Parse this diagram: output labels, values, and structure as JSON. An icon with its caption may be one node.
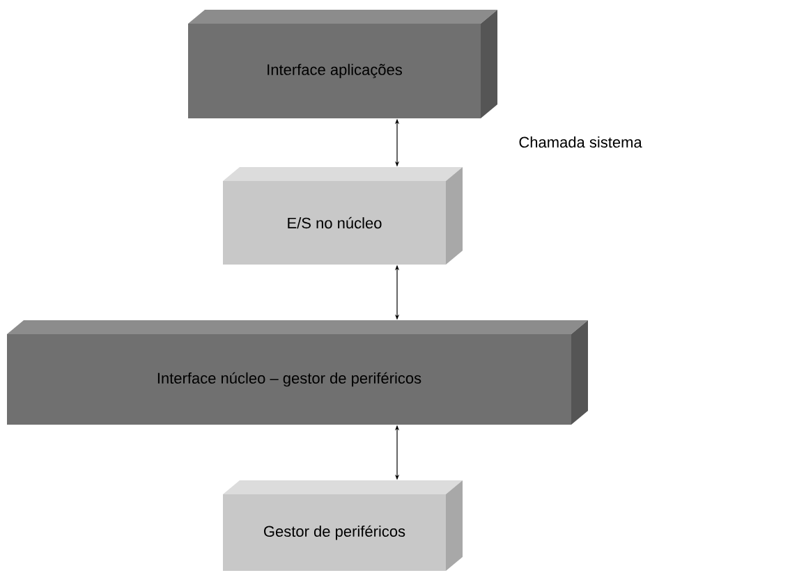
{
  "diagram": {
    "nodes": [
      {
        "text": [
          "Interface aplicações"
        ]
      },
      {
        "text": [
          "E/S no núcleo"
        ]
      },
      {
        "text": [
          "Interface núcleo – gestor de periféricos"
        ]
      },
      {
        "text": [
          "Gestor de periféricos"
        ]
      }
    ],
    "edges": [
      {
        "from": 0,
        "to": 1,
        "arrow": "both"
      },
      {
        "from": 1,
        "to": 2,
        "arrow": "both"
      },
      {
        "from": 2,
        "to": 3,
        "arrow": "both"
      }
    ],
    "labels": [
      "Chamada sistema"
    ]
  }
}
